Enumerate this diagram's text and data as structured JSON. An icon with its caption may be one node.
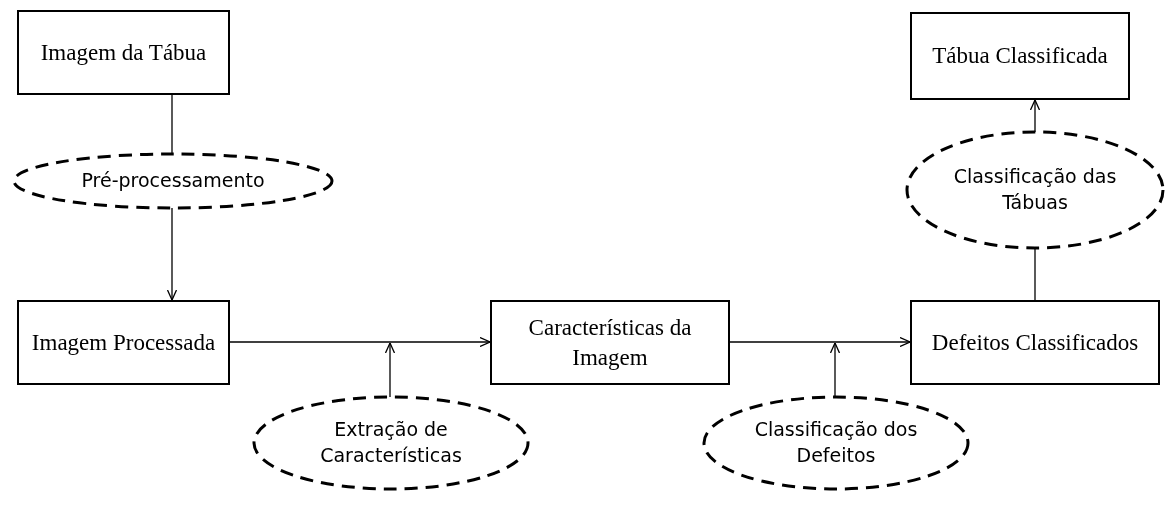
{
  "diagram": {
    "nodes": [
      {
        "text": [
          "Imagem da Tábua"
        ]
      },
      {
        "text": [
          "Pré-processamento"
        ]
      },
      {
        "text": [
          "Imagem Processada"
        ]
      },
      {
        "text": [
          "Extração de Características"
        ]
      },
      {
        "text": [
          "Características da Imagem"
        ]
      },
      {
        "text": [
          "Classificação dos Defeitos"
        ]
      },
      {
        "text": [
          "Defeitos Classificados"
        ]
      },
      {
        "text": [
          "Classificação das Tábuas"
        ]
      },
      {
        "text": [
          "Tábua Classificada"
        ]
      }
    ],
    "edges": [
      {
        "from": 0,
        "to": 1,
        "arrow": "none"
      },
      {
        "from": 1,
        "to": 2,
        "arrow": "to"
      },
      {
        "from": 2,
        "to": 4,
        "arrow": "to"
      },
      {
        "from": 3,
        "to": null,
        "arrow": "to"
      },
      {
        "from": 4,
        "to": 6,
        "arrow": "to"
      },
      {
        "from": 5,
        "to": null,
        "arrow": "to"
      },
      {
        "from": 6,
        "to": 7,
        "arrow": "none"
      },
      {
        "from": 7,
        "to": 8,
        "arrow": "to"
      }
    ]
  }
}
